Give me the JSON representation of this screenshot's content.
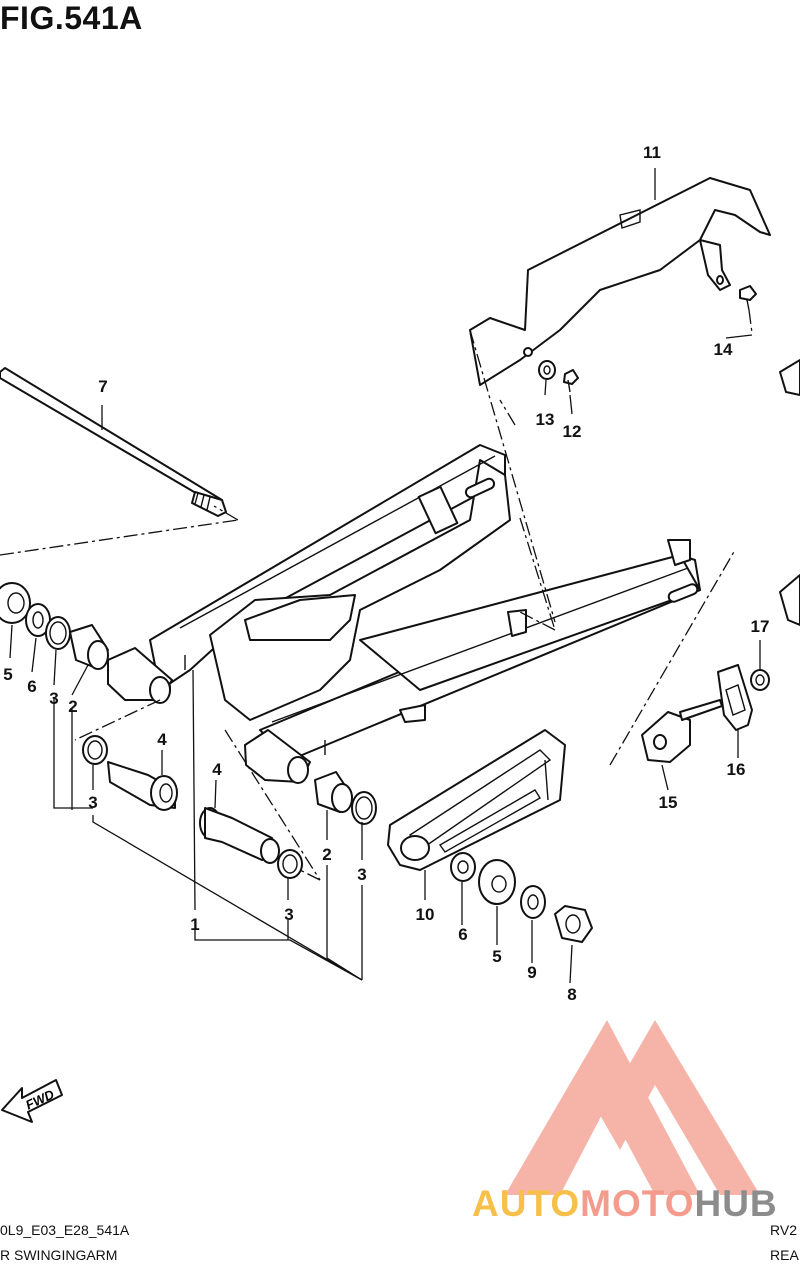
{
  "figure": {
    "title": "FIG.541A"
  },
  "callouts": [
    "1",
    "2",
    "3",
    "4",
    "5",
    "6",
    "7",
    "8",
    "9",
    "10",
    "11",
    "12",
    "13",
    "14",
    "15",
    "16",
    "17"
  ],
  "footer": {
    "code_left": "0L9_E03_E28_541A",
    "desc_left": "R SWINGINGARM",
    "code_right": "RV2",
    "desc_right": "REAI"
  },
  "fwd_label": "FWD",
  "watermark": {
    "part1": "AUTO",
    "part2": "MOTO",
    "part3": "HUB"
  },
  "colors": {
    "line": "#111111",
    "watermark_yellow": "#f6c04a",
    "watermark_red": "#f39c8d",
    "watermark_gray": "#8c8c8c"
  }
}
